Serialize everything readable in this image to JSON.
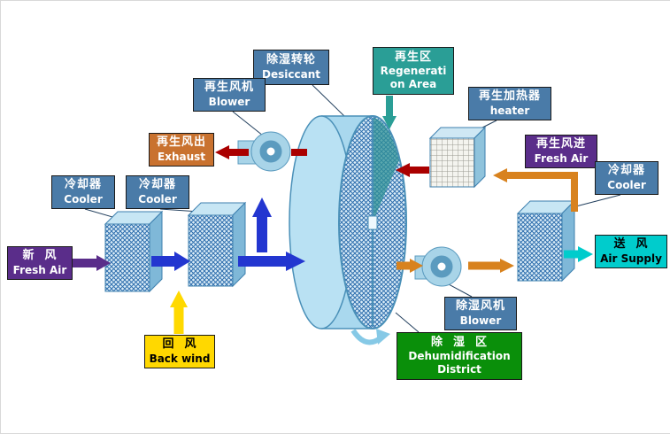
{
  "diagram_title": "Desiccant wheel dehumidification system diagram",
  "colors": {
    "steel_box": "#4a7ba8",
    "teal_box": "#2a9e96",
    "orange_box": "#c9722f",
    "purple_box": "#5a2d8a",
    "cyan_box": "#00cccc",
    "yellow_box": "#ffd800",
    "green_box": "#0a8f0a",
    "wheel_blue": "#a9d8ee",
    "arrow_blue": "#2336d0",
    "arrow_red": "#aa0000",
    "arrow_orange": "#d8821e",
    "arrow_yellow": "#ffd900",
    "arrow_purple": "#5a2d8a",
    "arrow_teal": "#2a9e96",
    "arrow_cyan": "#00cccc"
  },
  "labels": {
    "desiccant": {
      "zh": "除湿转轮",
      "en": "Desiccant"
    },
    "regen_area": {
      "zh": "再生区",
      "en_line1": "Regenerati",
      "en_line2": "on Area"
    },
    "regen_blower": {
      "zh": "再生风机",
      "en": "Blower"
    },
    "regen_heater": {
      "zh": "再生加热器",
      "en": "heater"
    },
    "exhaust": {
      "zh": "再生风出",
      "en": "Exhaust"
    },
    "regen_fresh": {
      "zh": "再生风进",
      "en": "Fresh Air"
    },
    "cooler_left": {
      "zh": "冷却器",
      "en": "Cooler"
    },
    "cooler_mid": {
      "zh": "冷却器",
      "en": "Cooler"
    },
    "cooler_right": {
      "zh": "冷却器",
      "en": "Cooler"
    },
    "fresh_air": {
      "zh": "新  风",
      "en": "Fresh Air"
    },
    "air_supply": {
      "zh": "送  风",
      "en": "Air Supply"
    },
    "back_wind": {
      "zh": "回  风",
      "en": "Back wind"
    },
    "dehum_blower": {
      "zh": "除湿风机",
      "en": "Blower"
    },
    "dehum_district": {
      "zh": "除  湿  区",
      "en_line1": "Dehumidification",
      "en_line2": "District"
    }
  }
}
